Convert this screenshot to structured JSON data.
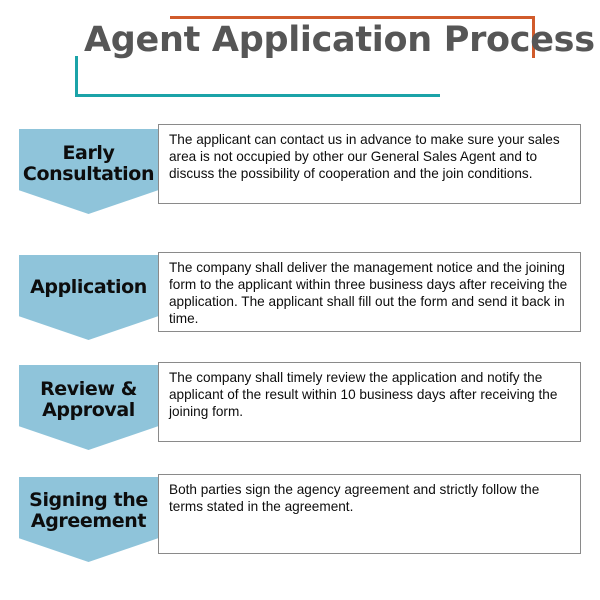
{
  "title": {
    "text": "Agent Application Process",
    "color": "#565656",
    "bracket_top_color": "#D15B2B",
    "bracket_bottom_color": "#1BA3A8"
  },
  "theme": {
    "chevron_fill": "#8FC4DA",
    "box_border": "#8a8a8a",
    "body_text": "#0d0d0d",
    "background": "#ffffff"
  },
  "steps": [
    {
      "label_lines": [
        "Early",
        "Consultation"
      ],
      "description": "The applicant can contact us in advance to make sure your sales area is not occupied by other our General Sales Agent and to discuss the possibility of cooperation and the join conditions."
    },
    {
      "label_lines": [
        "Application"
      ],
      "description": "The company shall deliver the management notice and the joining form to the applicant within three business days after receiving the application. The applicant shall fill out the form and send it back in time."
    },
    {
      "label_lines": [
        "Review &",
        "Approval"
      ],
      "description": "The company shall timely review the application and notify the applicant of the result within 10 business days after receiving the joining form."
    },
    {
      "label_lines": [
        "Signing the",
        "Agreement"
      ],
      "description": "Both parties sign the agency agreement and strictly follow the terms stated in the agreement."
    }
  ]
}
